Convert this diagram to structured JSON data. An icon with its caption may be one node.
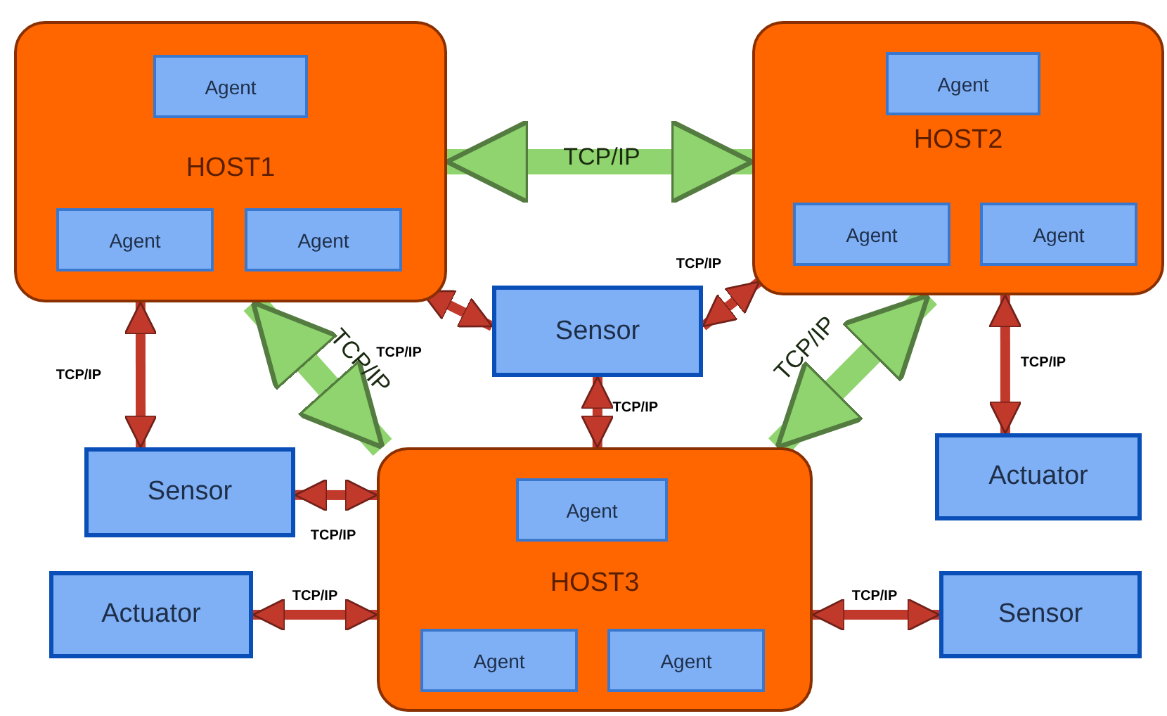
{
  "diagram": {
    "nodes": [
      {
        "text": [
          "HOST1"
        ]
      },
      {
        "text": [
          "Agent"
        ],
        "in": 0
      },
      {
        "text": [
          "Agent"
        ],
        "in": 0
      },
      {
        "text": [
          "Agent"
        ],
        "in": 0
      },
      {
        "text": [
          "HOST2"
        ]
      },
      {
        "text": [
          "Agent"
        ],
        "in": 4
      },
      {
        "text": [
          "Agent"
        ],
        "in": 4
      },
      {
        "text": [
          "Agent"
        ],
        "in": 4
      },
      {
        "text": [
          "Sensor"
        ]
      },
      {
        "text": [
          "Sensor"
        ]
      },
      {
        "text": [
          "Actuator"
        ]
      },
      {
        "text": [
          "HOST3"
        ]
      },
      {
        "text": [
          "Agent"
        ],
        "in": 11
      },
      {
        "text": [
          "Agent"
        ],
        "in": 11
      },
      {
        "text": [
          "Agent"
        ],
        "in": 11
      },
      {
        "text": [
          "Actuator"
        ]
      },
      {
        "text": [
          "Sensor"
        ]
      }
    ],
    "edges": [
      {
        "from": 0,
        "to": 4,
        "arrow": "both",
        "label": "TCP/IP",
        "style": "thick",
        "color": "#8fd46e"
      },
      {
        "from": 0,
        "to": 11,
        "arrow": "both",
        "label": "TCP/IP",
        "style": "thick",
        "color": "#8fd46e"
      },
      {
        "from": 4,
        "to": 11,
        "arrow": "both",
        "label": "TCP/IP",
        "style": "thick",
        "color": "#8fd46e"
      },
      {
        "from": 0,
        "to": 8,
        "arrow": "both",
        "label": "TCP/IP"
      },
      {
        "from": 4,
        "to": 8,
        "arrow": "both",
        "label": "TCP/IP"
      },
      {
        "from": 8,
        "to": 11,
        "arrow": "both",
        "label": "TCP/IP"
      },
      {
        "from": 0,
        "to": 9,
        "arrow": "both",
        "label": "TCP/IP"
      },
      {
        "from": 9,
        "to": 11,
        "arrow": "both",
        "label": "TCP/IP"
      },
      {
        "from": 4,
        "to": 10,
        "arrow": "both",
        "label": "TCP/IP"
      },
      {
        "from": 11,
        "to": 15,
        "arrow": "both",
        "label": "TCP/IP"
      },
      {
        "from": 11,
        "to": 16,
        "arrow": "both",
        "label": "TCP/IP"
      }
    ]
  }
}
